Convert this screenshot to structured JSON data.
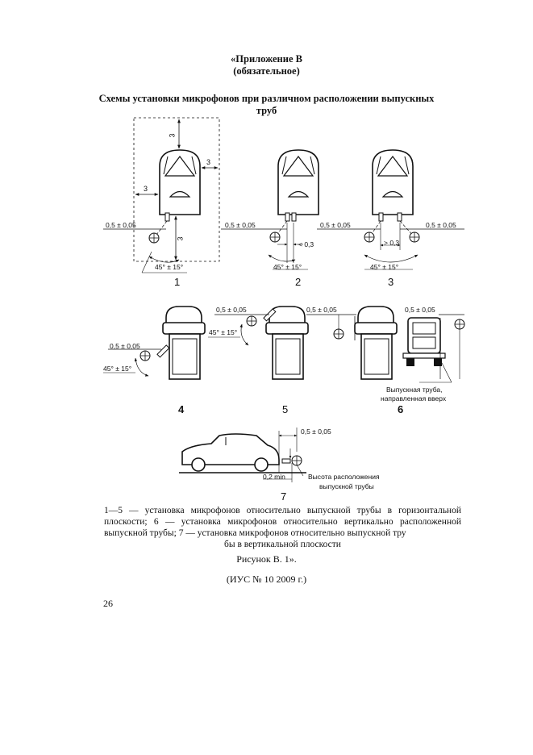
{
  "header": {
    "appendix_title": "«Приложение В",
    "appendix_note": "(обязательное)"
  },
  "heading": {
    "line1": "Схемы установки микрофонов при различном расположении выпускных",
    "line2": "труб"
  },
  "figure": {
    "labels": {
      "dim_3": "3",
      "dim_05": "0,5 ± 0,05",
      "angle": "45° ± 15°",
      "lt_03": "< 0,3",
      "gt_03": "> 0,3",
      "min_02": "0,2 min",
      "pipe_up_line1": "Выпускная труба,",
      "pipe_up_line2": "направленная вверх",
      "height_line1": "Высота расположения",
      "height_line2": "выпускной трубы"
    },
    "numbers": [
      "1",
      "2",
      "3",
      "4",
      "5",
      "6",
      "7"
    ]
  },
  "caption": {
    "main": "1—5 — установка микрофонов относительно выпускной трубы в горизонтальной плоскости; 6 — установка микрофонов относительно вертикально расположен­ной выпускной трубы; 7 — установка микрофонов относительно выпускной тру­",
    "last": "бы в вертикальной плоскости",
    "figure_ref": "Рисунок В. 1».",
    "source": "(ИУС № 10 2009 г.)"
  },
  "page_number": "26"
}
